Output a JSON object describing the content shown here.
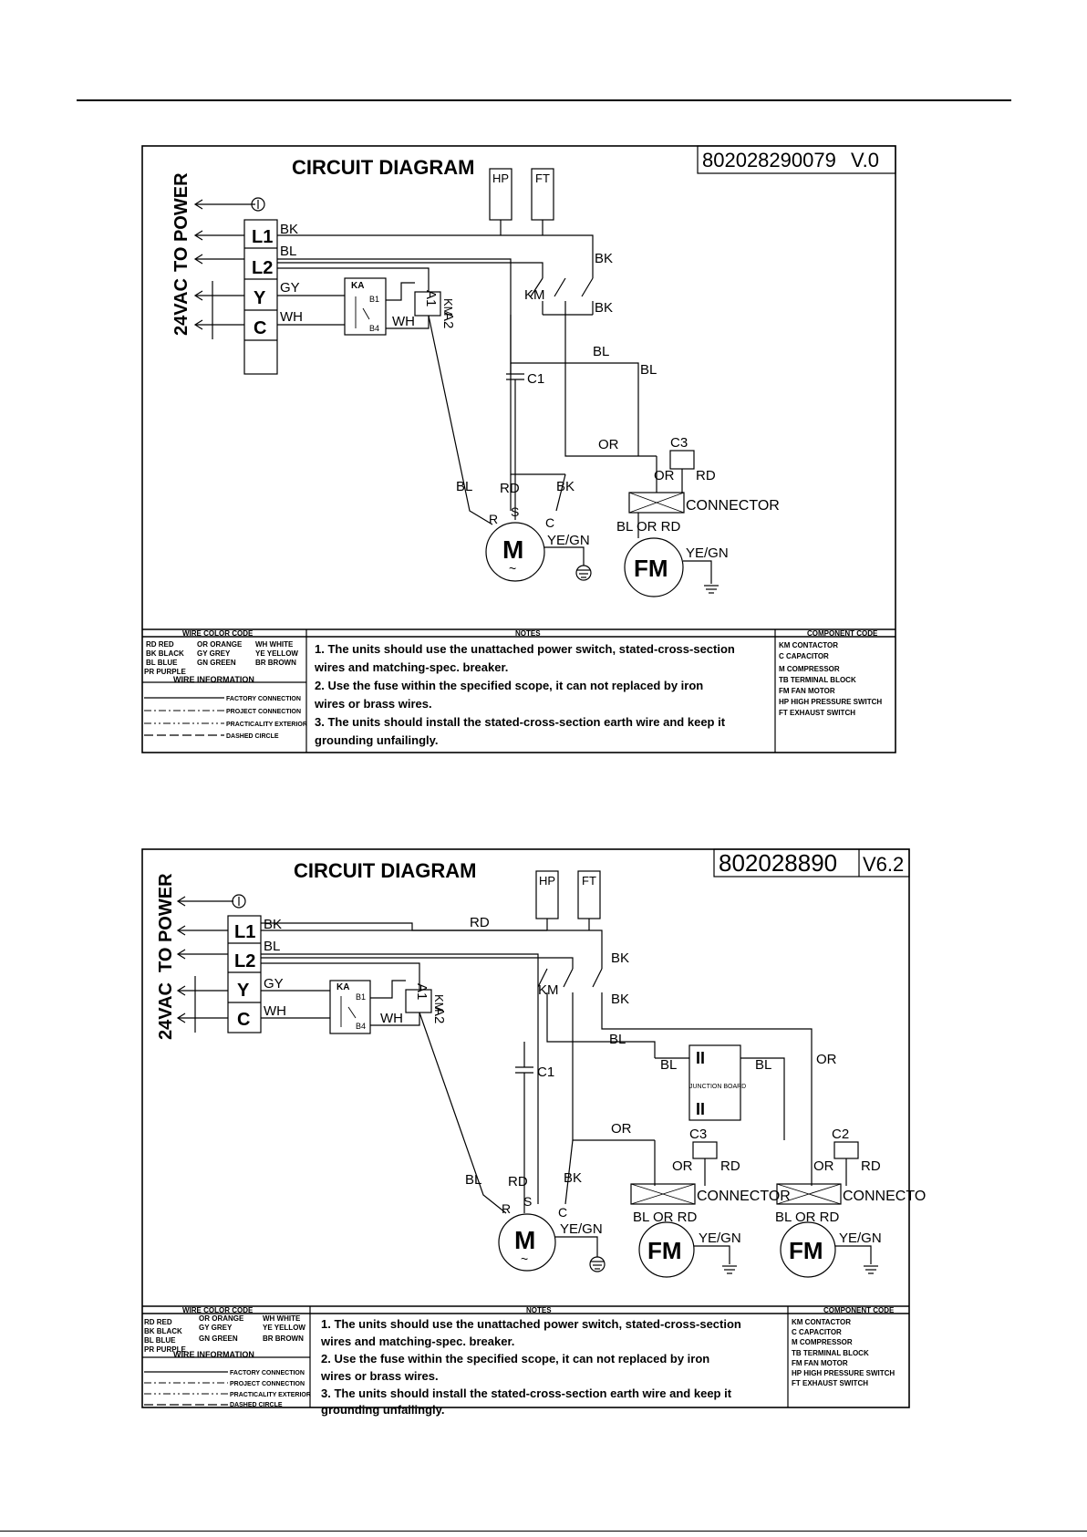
{
  "diagrams": [
    {
      "title": "CIRCUIT DIAGRAM",
      "code": "802028290079",
      "version": "V.0",
      "power_label": "TO POWER",
      "control_label": "24VAC",
      "terminals": [
        "L1",
        "L2",
        "Y",
        "C"
      ],
      "wires": {
        "l1": "BK",
        "l2": "BL",
        "y": "GY",
        "c": "WH",
        "coil": "WH"
      },
      "relay": {
        "name": "KA",
        "t1": "B1",
        "t2": "B4"
      },
      "switches": {
        "hp": "HP",
        "ft": "FT"
      },
      "contactor": {
        "name": "KM",
        "coil_a1": "A1",
        "coil_km": "KM",
        "coil_a2": "A2",
        "top_wire": "BK",
        "bottom_wire": "BK"
      },
      "cap1": "C1",
      "cap3": "C3",
      "wire_labels": {
        "bl_top": "BL",
        "bl_right": "BL",
        "or": "OR",
        "or_c3": "OR",
        "rd_c3": "RD",
        "bl_m": "BL",
        "rd_m": "RD",
        "bk_m": "BK"
      },
      "compressor": {
        "symbol": "M",
        "r": "R",
        "s": "S",
        "c": "C",
        "ground": "YE/GN"
      },
      "connector": "CONNECTOR",
      "fan": {
        "symbol": "FM",
        "wires": "BL OR RD",
        "ground": "YE/GN"
      },
      "legend": {
        "wire_color_title": "WIRE COLOR CODE",
        "colors": [
          "RD RED",
          "OR ORANGE",
          "WH WHITE",
          "BK BLACK",
          "GY GREY",
          "YE YELLOW",
          "BL BLUE",
          "GN GREEN",
          "BR BROWN",
          "PR PURPLE"
        ],
        "wire_info_title": "WIRE INFORMATION",
        "wire_info": [
          "FACTORY CONNECTION",
          "PROJECT CONNECTION",
          "PRACTICALITY EXTERIOR",
          "DASHED CIRCLE"
        ],
        "notes_title": "NOTES",
        "notes": [
          "1. The units should use the unattached power switch, stated-cross-section",
          "wires and matching-spec. breaker.",
          "2. Use the fuse within the specified scope, it can not replaced by iron",
          "wires or brass wires.",
          "3. The units should install the stated-cross-section earth wire and keep it",
          "grounding unfailingly."
        ],
        "component_title": "COMPONENT CODE",
        "components": [
          "KM CONTACTOR",
          "C CAPACITOR",
          "M COMPRESSOR",
          "TB TERMINAL BLOCK",
          "FM FAN MOTOR",
          "HP HIGH PRESSURE SWITCH",
          "FT EXHAUST SWITCH"
        ]
      }
    },
    {
      "title": "CIRCUIT DIAGRAM",
      "code": "802028890",
      "version": "V6.2",
      "power_label": "TO POWER",
      "control_label": "24VAC",
      "terminals": [
        "L1",
        "L2",
        "Y",
        "C"
      ],
      "wires": {
        "l1": "BK",
        "l2": "BL",
        "y": "GY",
        "c": "WH",
        "coil": "WH"
      },
      "relay": {
        "name": "KA",
        "t1": "B1",
        "t2": "B4"
      },
      "switches": {
        "hp": "HP",
        "ft": "FT"
      },
      "rd_wire": "RD",
      "contactor": {
        "name": "KM",
        "coil_a1": "A1",
        "coil_km": "KM",
        "coil_a2": "A2",
        "top_wire": "BK",
        "bottom_wire": "BK"
      },
      "cap1": "C1",
      "cap3": "C3",
      "cap2": "C2",
      "junction": {
        "label": "JUNCTION BOARD",
        "bl_left": "BL",
        "bl_right": "BL",
        "or_right": "OR"
      },
      "wire_labels": {
        "bl_top": "BL",
        "or": "OR",
        "or_c3": "OR",
        "rd_c3": "RD",
        "or_c2": "OR",
        "rd_c2": "RD",
        "bl_m": "BL",
        "rd_m": "RD",
        "bk_m": "BK"
      },
      "compressor": {
        "symbol": "M",
        "r": "R",
        "s": "S",
        "c": "C",
        "ground": "YE/GN"
      },
      "connector1": "CONNECTOR",
      "connector2": "CONNECTO",
      "fan1": {
        "symbol": "FM",
        "wires": "BL OR RD",
        "ground": "YE/GN"
      },
      "fan2": {
        "symbol": "FM",
        "wires": "BL OR RD",
        "ground": "YE/GN"
      },
      "legend": {
        "wire_color_title": "WIRE COLOR CODE",
        "colors": [
          "RD RED",
          "OR ORANGE",
          "WH WHITE",
          "BK BLACK",
          "GY GREY",
          "YE YELLOW",
          "BL BLUE",
          "GN GREEN",
          "BR BROWN",
          "PR PURPLE"
        ],
        "wire_info_title": "WIRE INFORMATION",
        "wire_info": [
          "FACTORY CONNECTION",
          "PROJECT CONNECTION",
          "PRACTICALITY EXTERIOR",
          "DASHED CIRCLE"
        ],
        "notes_title": "NOTES",
        "notes": [
          "1. The units should use the unattached power switch, stated-cross-section",
          "wires and matching-spec. breaker.",
          "2. Use the fuse within the specified scope, it can not replaced by iron",
          "wires or brass wires.",
          "3. The units should install the stated-cross-section earth wire and keep it",
          "grounding unfailingly."
        ],
        "component_title": "COMPONENT CODE",
        "components": [
          "KM CONTACTOR",
          "C CAPACITOR",
          "M COMPRESSOR",
          "TB TERMINAL BLOCK",
          "FM FAN MOTOR",
          "HP HIGH PRESSURE SWITCH",
          "FT EXHAUST SWITCH"
        ]
      }
    }
  ]
}
